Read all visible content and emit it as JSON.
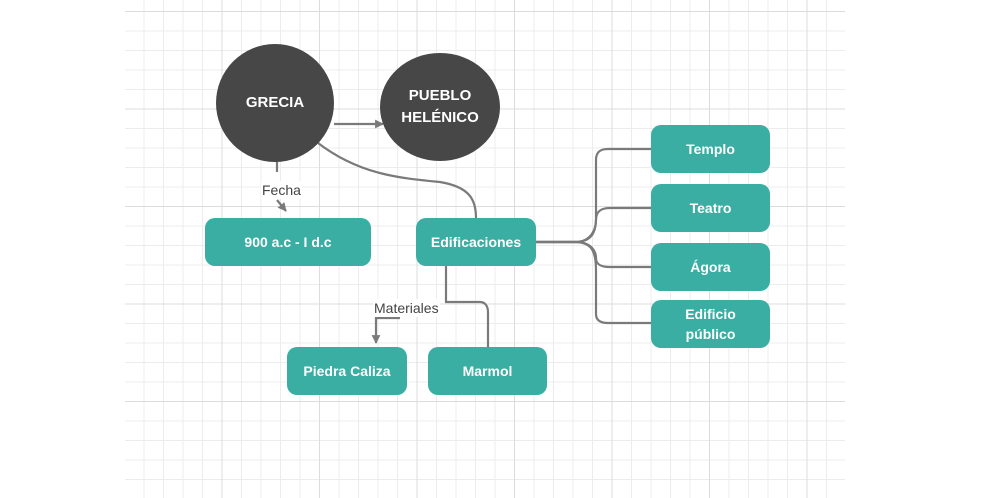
{
  "diagram": {
    "nodes": {
      "grecia": "GRECIA",
      "pueblo": "PUEBLO\nHELÉNICO",
      "fecha_value": "900 a.c - I d.c",
      "edificaciones": "Edificaciones",
      "templo": "Templo",
      "teatro": "Teatro",
      "agora": "Ágora",
      "edificio": "Edificio\npúblico",
      "piedra": "Piedra Caliza",
      "marmol": "Marmol"
    },
    "edge_labels": {
      "fecha": "Fecha",
      "materiales": "Materiales"
    },
    "colors": {
      "circle_fill": "#474747",
      "box_fill": "#3aaea3",
      "connector": "#7a7a7a"
    }
  }
}
